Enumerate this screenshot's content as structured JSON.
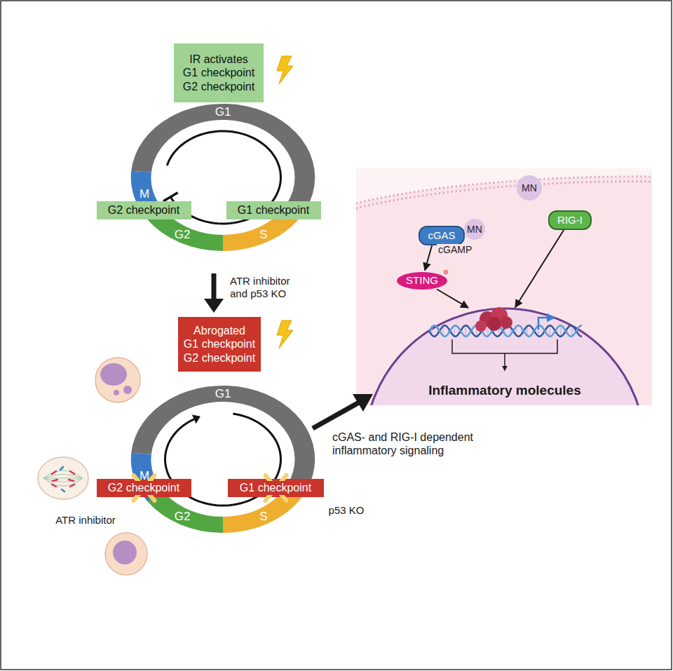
{
  "diagram": {
    "nodes": [
      {
        "text": [
          "IR activates",
          "G1 checkpoint G2 checkpoint"
        ]
      },
      {
        "text": [
          "G2 checkpoint"
        ]
      },
      {
        "text": [
          "G1 checkpoint"
        ]
      },
      {
        "text": [
          "Abrogated",
          "G1 checkpoint G2 checkpoint"
        ]
      },
      {
        "text": [
          "G2 checkpoint"
        ]
      },
      {
        "text": [
          "G1 checkpoint"
        ]
      },
      {
        "text": [
          "cGAS"
        ]
      },
      {
        "text": [
          "MN"
        ]
      },
      {
        "text": [
          "MN"
        ]
      },
      {
        "text": [
          "RIG-I"
        ]
      },
      {
        "text": [
          "STING"
        ]
      },
      {
        "text": [
          "Inflammatory molecules"
        ]
      }
    ],
    "edges": [
      {
        "from": 6,
        "to": 10,
        "arrow": "to",
        "label": "cGAMP"
      },
      {
        "from": 10,
        "to": 11,
        "arrow": "to"
      },
      {
        "from": 9,
        "to": 11,
        "arrow": "to"
      }
    ],
    "labels": [
      "G1",
      "M",
      "G2",
      "S",
      "ATR inhibitor and p53 KO",
      "G1",
      "M",
      "G2",
      "S",
      "ATR inhibitor",
      "p53 KO",
      "cGAS- and RIG-I dependent inflammatory signaling"
    ]
  }
}
